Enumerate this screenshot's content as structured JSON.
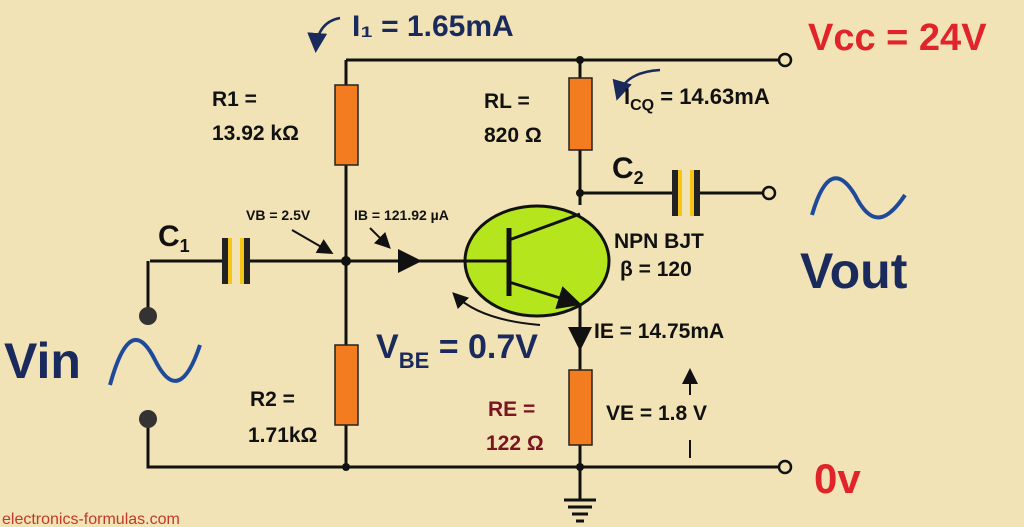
{
  "title": "Vcc = 24V",
  "i1": "I₁ = 1.65mA",
  "r1": {
    "line1": "R1 =",
    "line2": "13.92 kΩ"
  },
  "r2": {
    "line1": "R2 =",
    "line2": "1.71kΩ"
  },
  "rl": {
    "line1": "RL =",
    "line2": "820 Ω"
  },
  "re": {
    "line1": "RE =",
    "line2": "122 Ω"
  },
  "icq": "I",
  "icq_sub": "CQ",
  "icq_value": " = 14.63mA",
  "c1": "C",
  "c1_sub": "1",
  "c2": "C",
  "c2_sub": "2",
  "vb": "VB = 2.5V",
  "ib": "IB = 121.92 µA",
  "transistor": {
    "line1": "NPN BJT",
    "line2": "β = 120"
  },
  "vbe": "V",
  "vbe_sub": "BE",
  "vbe_value": " = 0.7V",
  "ie": "IE = 14.75mA",
  "ve": "VE = 1.8 V",
  "vin": "Vin",
  "vout": "Vout",
  "ground_label": "0v",
  "watermark": "electronics-formulas.com",
  "colors": {
    "background": "#f1e3b5",
    "resistor": "#f47c20",
    "transistor": "#b5e61d",
    "capacitor": "#f5c518",
    "vcc": "#e0242a",
    "watermark": "#c0392b"
  }
}
